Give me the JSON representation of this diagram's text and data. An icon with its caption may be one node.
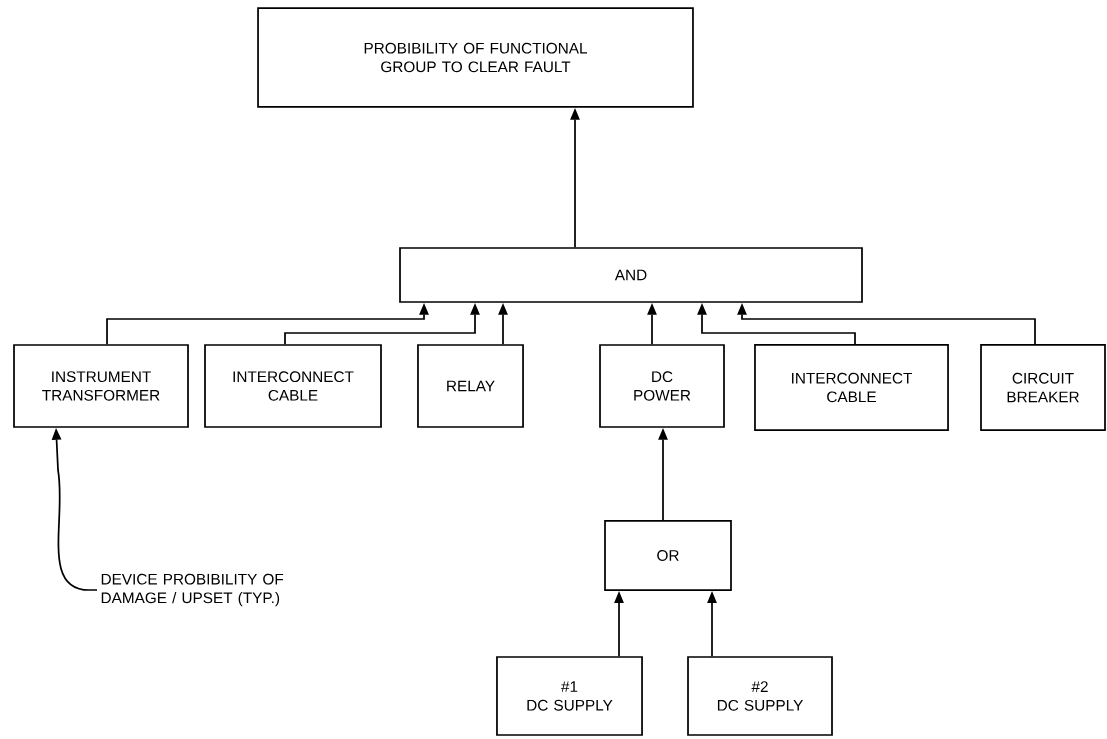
{
  "diagram": {
    "nodes": [
      {
        "text": [
          "PROBIBILITY OF FUNCTIONAL GROUP TO CLEAR FAULT"
        ]
      },
      {
        "text": [
          "AND"
        ]
      },
      {
        "text": [
          "INSTRUMENT TRANSFORMER"
        ]
      },
      {
        "text": [
          "INTERCONNECT CABLE"
        ]
      },
      {
        "text": [
          "RELAY"
        ]
      },
      {
        "text": [
          "DC POWER"
        ]
      },
      {
        "text": [
          "INTERCONNECT CABLE"
        ]
      },
      {
        "text": [
          "CIRCUIT BREAKER"
        ]
      },
      {
        "text": [
          "OR"
        ]
      },
      {
        "text": [
          "#1",
          "DC SUPPLY"
        ]
      },
      {
        "text": [
          "#2",
          "DC SUPPLY"
        ]
      },
      {
        "text": [
          "DEVICE PROBIBILITY OF DAMAGE / UPSET (TYP.)"
        ]
      }
    ],
    "edges": [
      {
        "from": 1,
        "to": 0,
        "arrow": "to"
      },
      {
        "from": 2,
        "to": 1,
        "arrow": "to"
      },
      {
        "from": 3,
        "to": 1,
        "arrow": "to"
      },
      {
        "from": 4,
        "to": 1,
        "arrow": "to"
      },
      {
        "from": 5,
        "to": 1,
        "arrow": "to"
      },
      {
        "from": 6,
        "to": 1,
        "arrow": "to"
      },
      {
        "from": 7,
        "to": 1,
        "arrow": "to"
      },
      {
        "from": 8,
        "to": 5,
        "arrow": "to"
      },
      {
        "from": 9,
        "to": 8,
        "arrow": "to"
      },
      {
        "from": 10,
        "to": 8,
        "arrow": "to"
      },
      {
        "from": 11,
        "to": 2,
        "arrow": "to"
      }
    ]
  }
}
